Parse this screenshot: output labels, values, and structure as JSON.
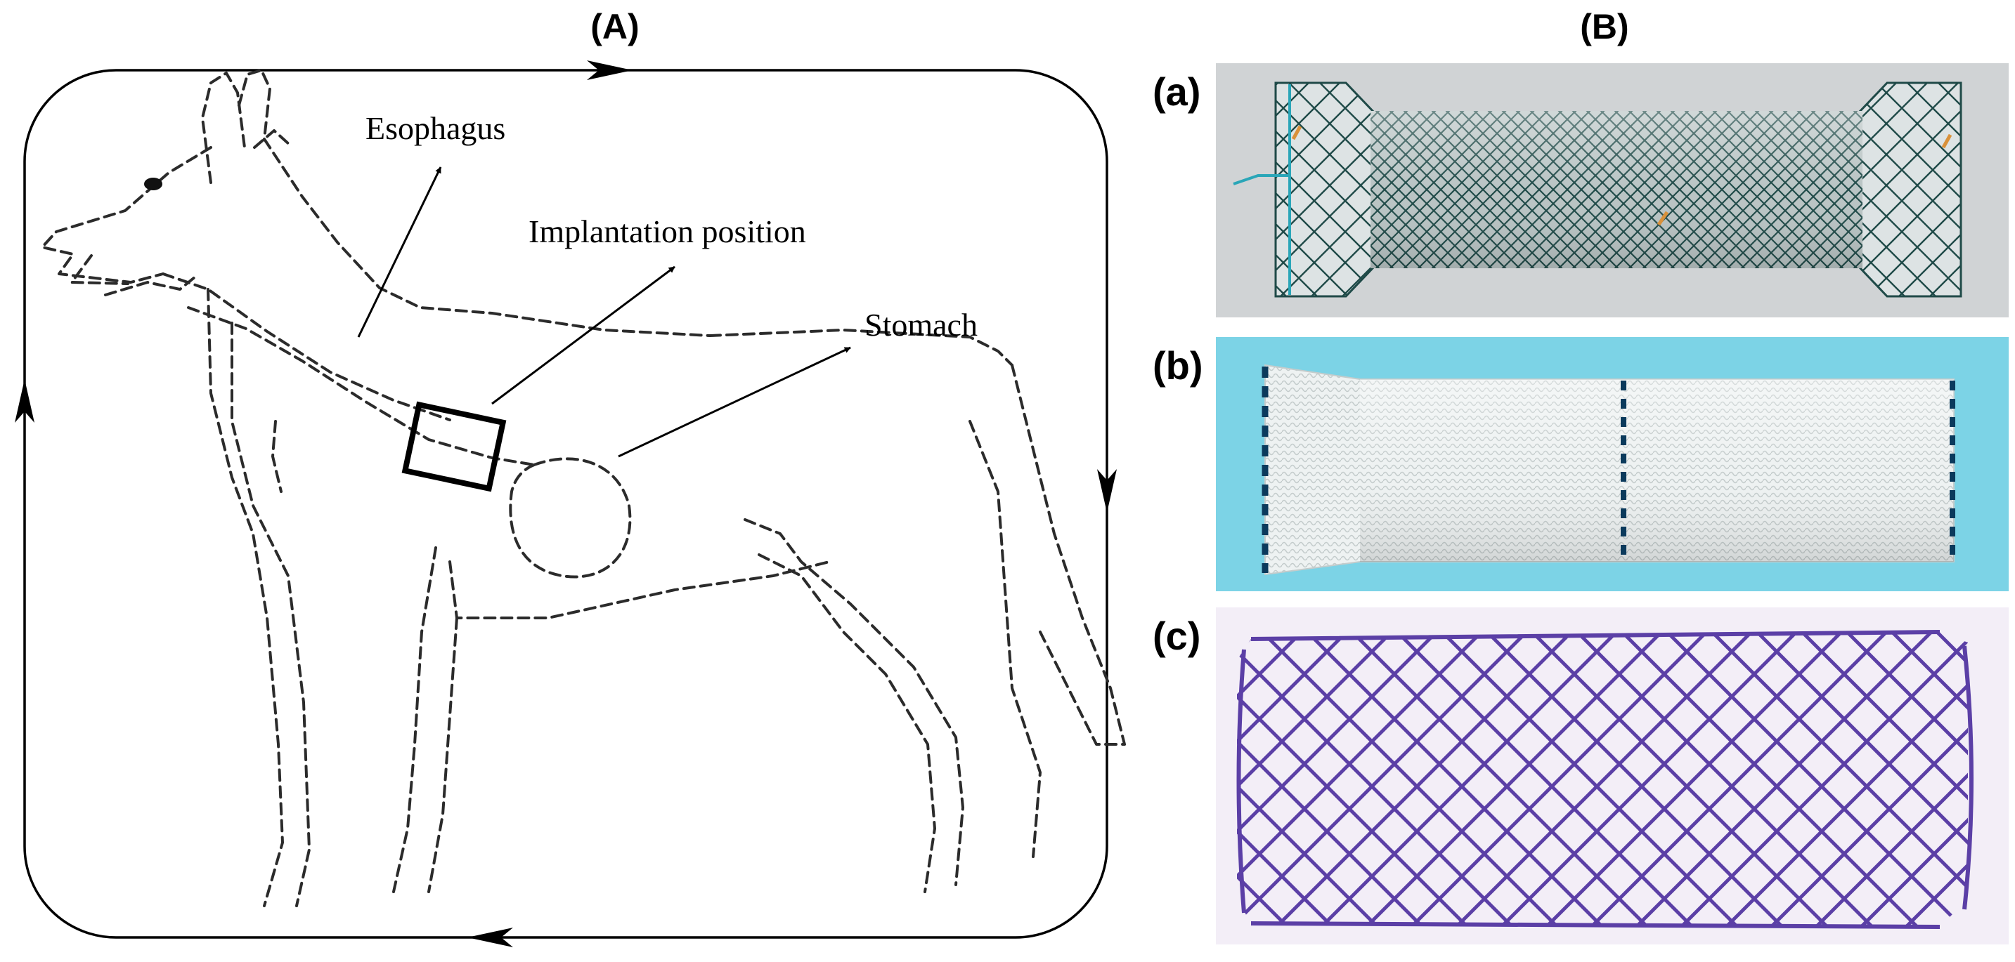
{
  "panel_a": {
    "heading": "(A)",
    "labels": {
      "esophagus": "Esophagus",
      "implantation": "Implantation position",
      "stomach": "Stomach"
    }
  },
  "panel_b": {
    "heading": "(B)",
    "photos": [
      {
        "label": "(a)",
        "background": "#d0d3d5",
        "mesh_color": "#1f4a48",
        "style": "dumbbell-flared"
      },
      {
        "label": "(b)",
        "background": "#7cd3e6",
        "mesh_color": "#e6ecec",
        "marker_color": "#0b3a5c",
        "style": "two-segment"
      },
      {
        "label": "(c)",
        "background": "#f3eef7",
        "mesh_color": "#5b3fa6",
        "style": "coarse-braid"
      }
    ]
  },
  "colors": {
    "ink": "#000000",
    "dashed_outline": "#2b2b2b"
  }
}
